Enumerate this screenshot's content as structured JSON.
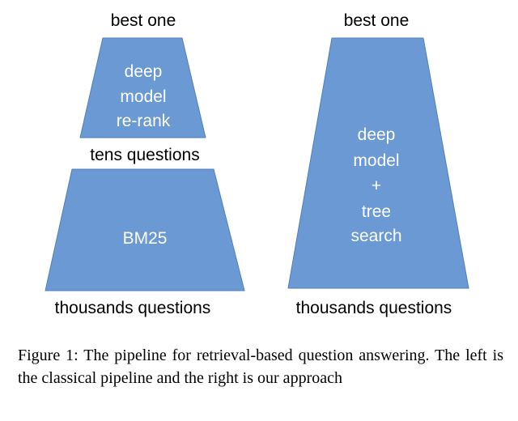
{
  "colors": {
    "shape_fill": "#6a99d3",
    "shape_stroke": "#4f80bd",
    "shape_text": "#ffffff",
    "label_text": "#000000"
  },
  "left_pipeline": {
    "top_label": "best one",
    "rerank_lines": [
      "deep",
      "model",
      "re-rank"
    ],
    "middle_label": "tens questions",
    "bm25_label": "BM25",
    "bottom_label": "thousands questions"
  },
  "right_pipeline": {
    "top_label": "best one",
    "method_lines": [
      "deep",
      "model",
      "+",
      "tree",
      "search"
    ],
    "bottom_label": "thousands questions"
  },
  "caption": "Figure 1: The pipeline for retrieval-based question answering. The left is the classical pipeline and the right is our approach"
}
